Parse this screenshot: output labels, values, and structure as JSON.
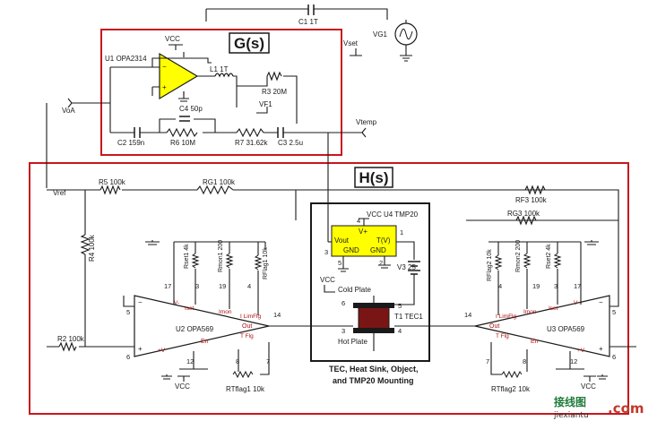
{
  "colors": {
    "box_outline": "#c8161d",
    "wire": "#1a1a1a",
    "opamp_fill": "#ffff00",
    "tmp20_fill": "#ffff00",
    "ic_fill": "#ffffff",
    "tec_fill": "#7a1515",
    "watermark_green": "#1f7a3a",
    "watermark_red": "#c0392b"
  },
  "boxes": {
    "g": {
      "title": "G(s)"
    },
    "h": {
      "title": "H(s)"
    }
  },
  "nets": {
    "voa": "VoA",
    "vset": "Vset",
    "vtemp": "Vtemp",
    "vf1": "VF1",
    "vref": "Vref",
    "vcc": "VCC"
  },
  "components": {
    "c1": "C1 1T",
    "vg1": "VG1",
    "u1": "U1 OPA2314",
    "l1": "L1 1T",
    "r3": "R3 20M",
    "c4": "C4 50p",
    "c2": "C2 159n",
    "r6": "R6 10M",
    "r7": "R7 31.62k",
    "c3": "C3 2.5u",
    "r5": "R5 100k",
    "rg1": "RG1 100k",
    "rf3": "RF3 100k",
    "rg3": "RG3 100k",
    "r4": "R4 100k",
    "r2": "R2 100k",
    "rset1": "Rset1 4k",
    "rmon1": "Rmon1 200",
    "rflag1": "RFlag1 10k",
    "u2": "U2 OPA569",
    "rtflag1": "RTflag1 10k",
    "u4": "U4 TMP20",
    "v3": "V3 25",
    "t1": "T1 TEC1",
    "rflag2": "RFlag2 10k",
    "rmon2": "Rmon2 200",
    "rset2": "Rset2 4k",
    "u3": "U3 OPA569",
    "rtflag2": "RTflag2 10k"
  },
  "tmp20": {
    "vplus": "V+",
    "vout": "Vout",
    "tv": "T(V)",
    "gnd": "GND",
    "pin4": "4",
    "pin3": "3",
    "pin1": "1",
    "pin5": "5",
    "pin2": "2"
  },
  "tec": {
    "cold": "Cold Plate",
    "hot": "Hot Plate",
    "caption_1": "TEC, Heat Sink, Object,",
    "caption_2": "and TMP20 Mounting",
    "pin6": "6",
    "pin5": "5",
    "pin3": "3",
    "pin4": "4"
  },
  "u2_pins": {
    "p17": "17",
    "p3": "3",
    "p19": "19",
    "p4": "4",
    "p5": "5",
    "p6": "6",
    "p14": "14",
    "p12": "12",
    "p8": "8",
    "p7": "7",
    "vminus": "V-",
    "iset": "Iset",
    "imon": "Imon",
    "ilimflg": "I LimFlg",
    "out": "Out",
    "tflg": "T Flg",
    "en": "En",
    "vplus": "+V",
    "minus": "−",
    "plus": "+"
  },
  "u3_pins": {
    "p17": "17",
    "p3": "3",
    "p19": "19",
    "p4": "4",
    "p5": "5",
    "p6": "6",
    "p14": "14",
    "p12": "12",
    "p8": "8",
    "p7": "7",
    "vminus": "V-",
    "iset": "Iset",
    "imon": "Imon",
    "ilimflg": "I LimFlg",
    "out": "Out",
    "tflg": "T Flg",
    "en": "En",
    "vplus": "+V",
    "minus": "−",
    "plus": "+"
  },
  "u1_pins": {
    "minus": "−",
    "plus": "+"
  },
  "watermark": {
    "cn": "接线图",
    "domain": "jiexiantu",
    "com": ".com"
  }
}
